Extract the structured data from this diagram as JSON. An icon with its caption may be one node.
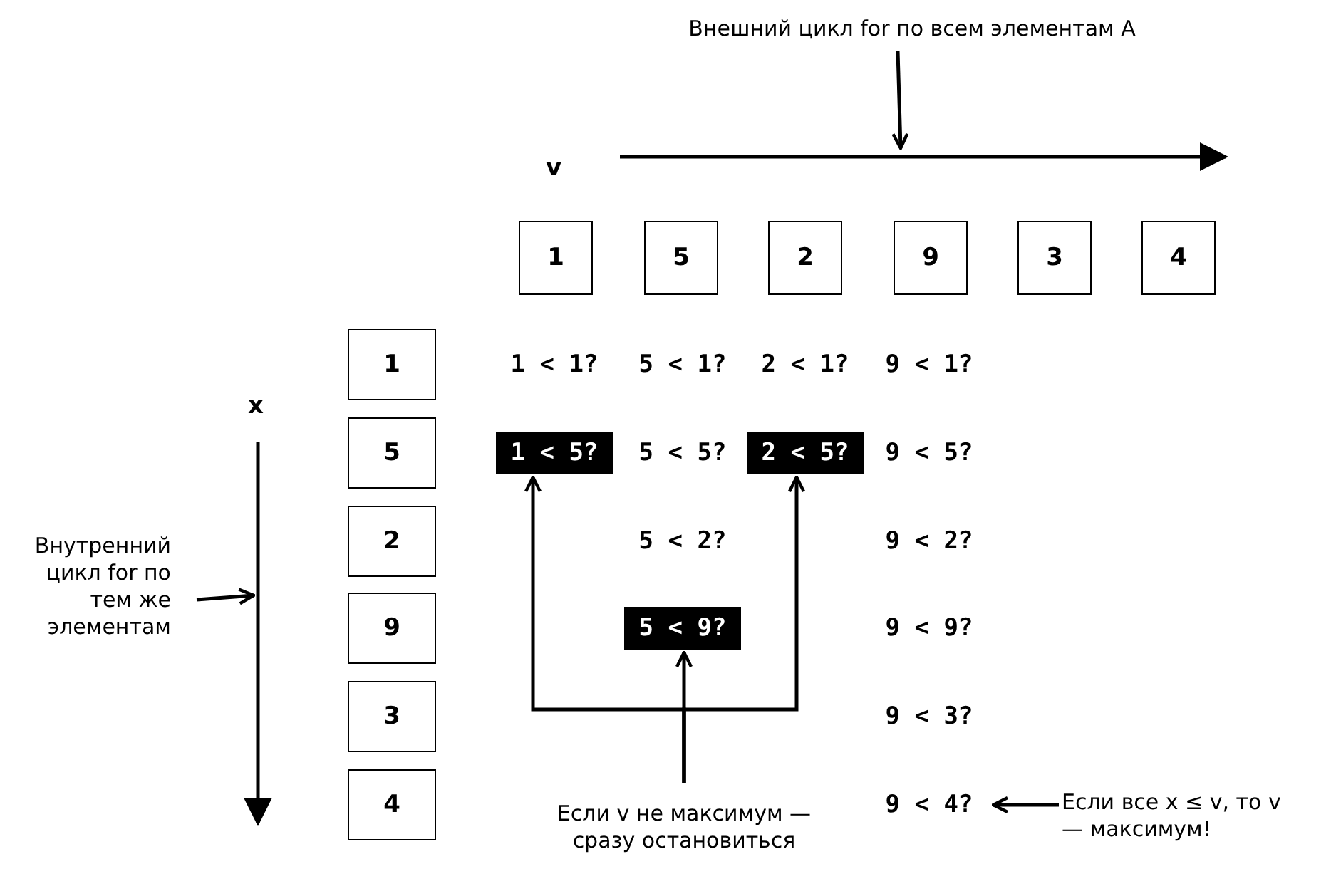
{
  "diagram": {
    "nodes": [
      {
        "text": [
          "Внешний цикл for по всем элементам A"
        ]
      },
      {
        "text": [
          "1"
        ]
      },
      {
        "text": [
          "5"
        ]
      },
      {
        "text": [
          "2"
        ]
      },
      {
        "text": [
          "9"
        ]
      },
      {
        "text": [
          "3"
        ]
      },
      {
        "text": [
          "4"
        ]
      },
      {
        "text": [
          "1"
        ]
      },
      {
        "text": [
          "5"
        ]
      },
      {
        "text": [
          "2"
        ]
      },
      {
        "text": [
          "9"
        ]
      },
      {
        "text": [
          "3"
        ]
      },
      {
        "text": [
          "4"
        ]
      },
      {
        "text": [
          "Внутренний цикл for по тем же элементам"
        ]
      },
      {
        "text": [
          "1 < 1?"
        ]
      },
      {
        "text": [
          "5 < 1?"
        ]
      },
      {
        "text": [
          "2 < 1?"
        ]
      },
      {
        "text": [
          "9 < 1?"
        ]
      },
      {
        "text": [
          "1 < 5?"
        ]
      },
      {
        "text": [
          "5 < 5?"
        ]
      },
      {
        "text": [
          "2 < 5?"
        ]
      },
      {
        "text": [
          "9 < 5?"
        ]
      },
      {
        "text": [
          "5 < 2?"
        ]
      },
      {
        "text": [
          "9 < 2?"
        ]
      },
      {
        "text": [
          "5 < 9?"
        ]
      },
      {
        "text": [
          "9 < 9?"
        ]
      },
      {
        "text": [
          "9 < 3?"
        ]
      },
      {
        "text": [
          "9 < 4?"
        ]
      },
      {
        "text": [
          "Если v не максимум — сразу остановиться"
        ]
      },
      {
        "text": [
          "Если все x ≤ v, то v — максимум!"
        ]
      }
    ],
    "edges": [
      {
        "from": 0,
        "to": null,
        "arrow": "to"
      },
      {
        "from": 13,
        "to": null,
        "arrow": "to"
      },
      {
        "from": 28,
        "to": 18,
        "arrow": "to"
      },
      {
        "from": 28,
        "to": 20,
        "arrow": "to"
      },
      {
        "from": 28,
        "to": 24,
        "arrow": "to"
      },
      {
        "from": 29,
        "to": 27,
        "arrow": "to"
      }
    ],
    "labels": [
      "v",
      "x"
    ]
  }
}
